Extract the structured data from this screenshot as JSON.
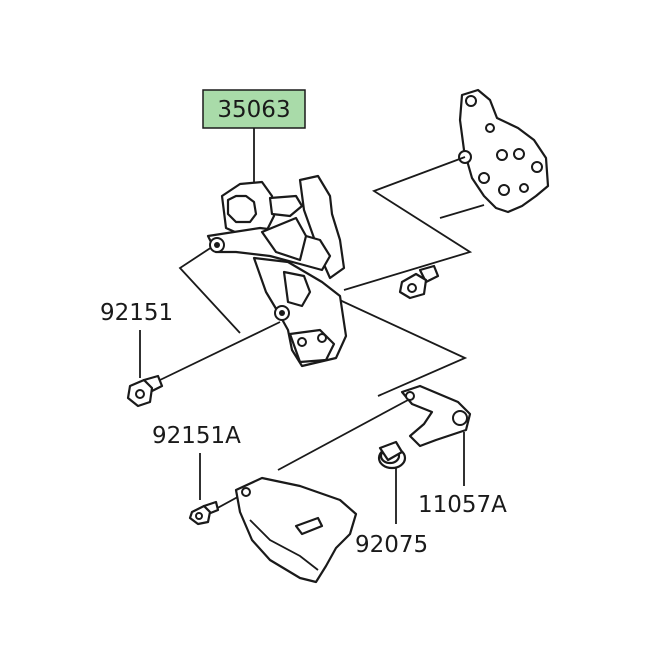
{
  "diagram": {
    "highlight_color": "#a9dba9",
    "line_color": "#1a1a1a",
    "labels": {
      "p35063": "35063",
      "p92151": "92151",
      "p92151A": "92151A",
      "p92075": "92075",
      "p11057A": "11057A"
    }
  }
}
